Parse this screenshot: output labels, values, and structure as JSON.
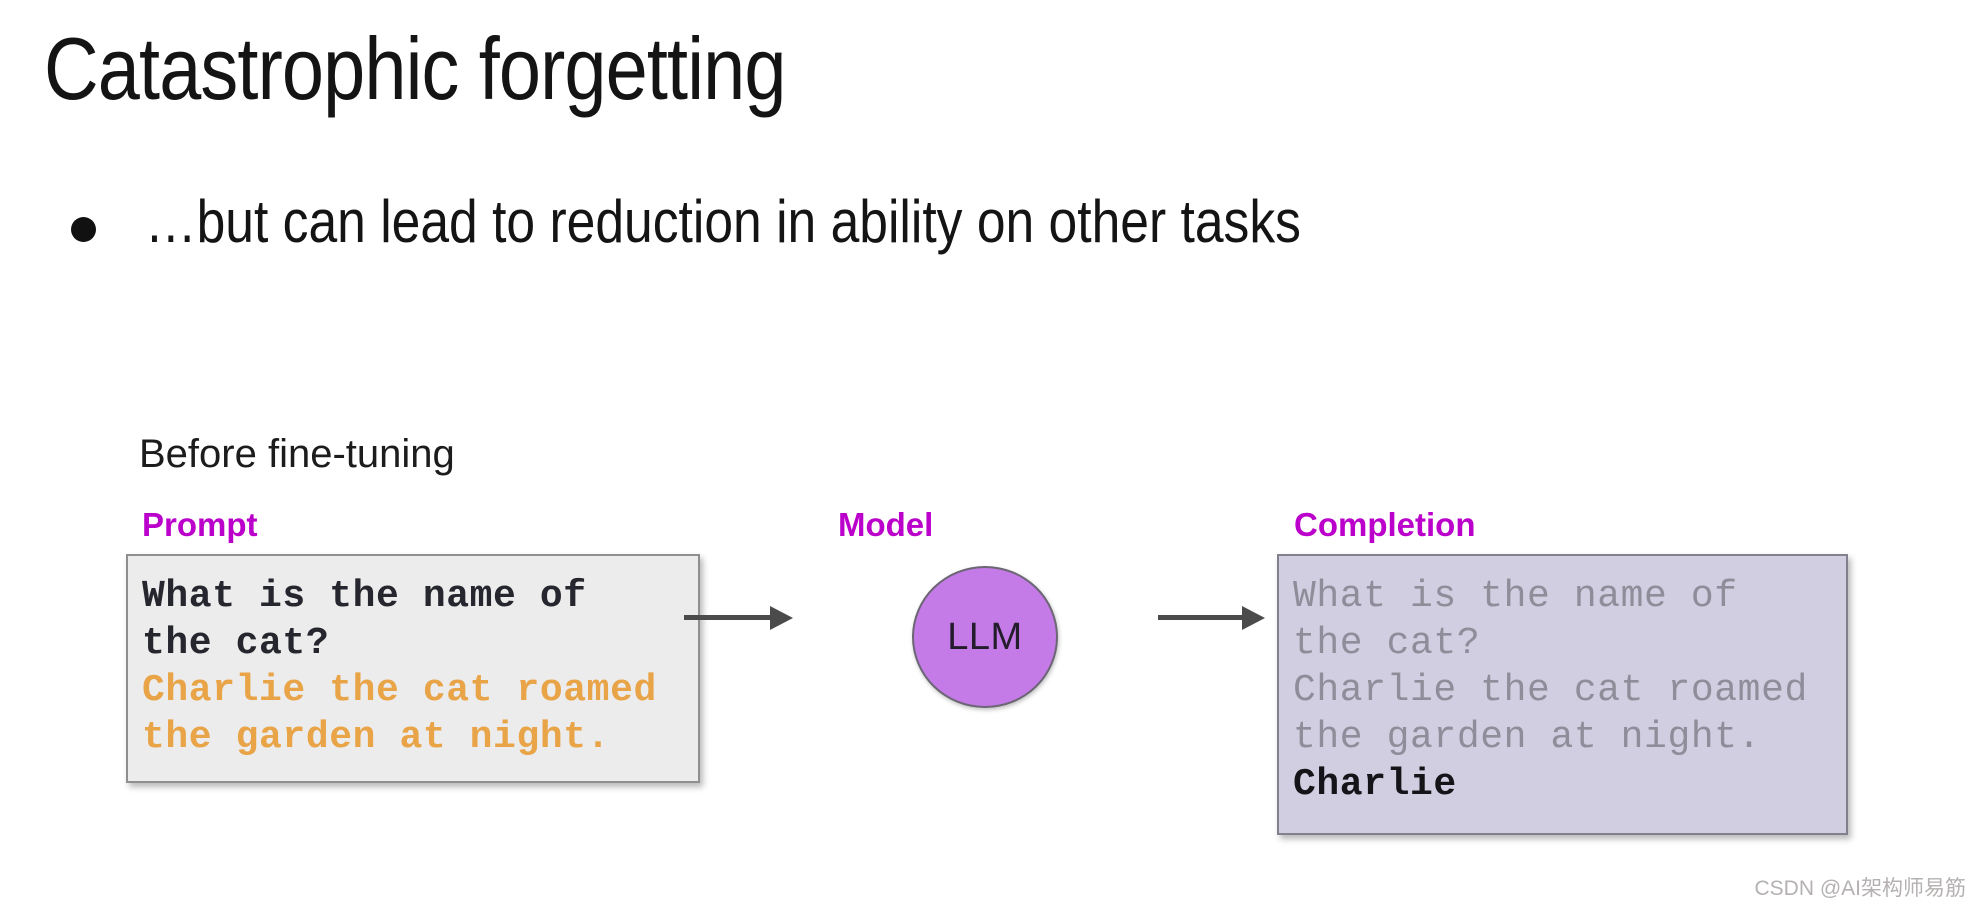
{
  "slide": {
    "title": "Catastrophic forgetting",
    "bullet": "…but can lead to reduction in ability on other tasks",
    "section_label": "Before fine-tuning"
  },
  "diagram": {
    "prompt": {
      "label": "Prompt",
      "question_lines": [
        "What is the name of",
        "the cat?"
      ],
      "context_lines": [
        "Charlie the cat roamed",
        "the garden at night."
      ]
    },
    "model": {
      "label": "Model",
      "node_text": "LLM"
    },
    "completion": {
      "label": "Completion",
      "echo_lines": [
        "What is the name of",
        "the cat?",
        "Charlie the cat roamed",
        "the garden at night."
      ],
      "answer": "Charlie"
    }
  },
  "colors": {
    "label_magenta": "#bb00cc",
    "prompt_question_text": "#26262e",
    "prompt_context_orange": "#e8a447",
    "prompt_box_fill": "#ececec",
    "completion_box_fill": "#d2cee1",
    "completion_echo_gray": "#908d9a",
    "completion_answer_black": "#141419",
    "model_fill_purple": "#c47be8",
    "arrow_gray": "#4b4b4b"
  },
  "watermark": "CSDN @AI架构师易筋"
}
